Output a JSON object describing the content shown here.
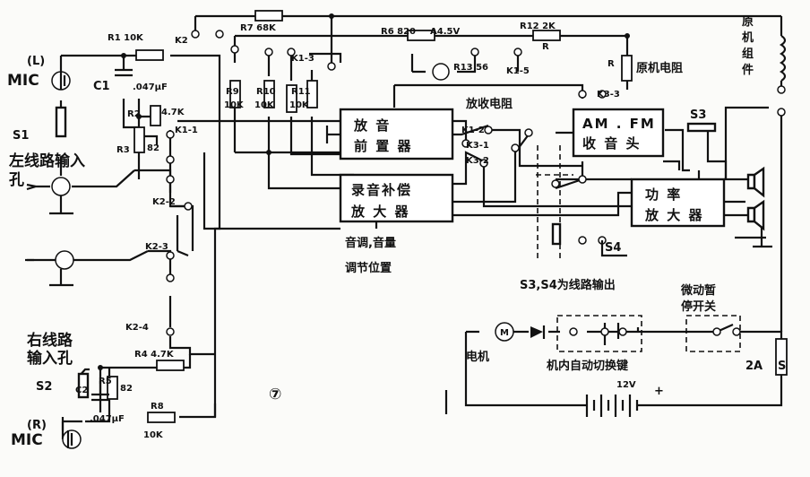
{
  "blocks": {
    "playback_preamp": [
      "放 音",
      "前 置 器"
    ],
    "record_comp_amp": [
      "录音补偿",
      "放 大 器"
    ],
    "tuner": [
      "AM . FM",
      "收 音 头"
    ],
    "power_amp": [
      "功 率",
      "放 大 器"
    ]
  },
  "labels": {
    "L_channel": "(L)",
    "mic_L": "MIC",
    "R_channel": "(R)",
    "mic_R": "MIC",
    "left_input": "左线路输入",
    "left_input_hole": "孔",
    "right_input_1": "右线路",
    "right_input_2": "输入孔",
    "figure_no": "⑦",
    "tone_1": "音调,音量",
    "tone_2": "调节位置",
    "line_out": "S3,S4为线路输出",
    "motor": "电机",
    "switch_key": "机内自动切换键",
    "pause_1": "微动暂",
    "pause_2": "停开关",
    "erase_1": "原",
    "erase_2": "机",
    "erase_3": "组",
    "erase_4": "件",
    "orig_r": "原机电阻",
    "bias_r": "放收电阻",
    "battery": "12V",
    "plus": "+",
    "fuse": "2A",
    "fuse_s": "S"
  },
  "components": {
    "r1": "R1 10K",
    "k2": "K2",
    "r7": "R7 68K",
    "r6": "R6 820",
    "a45": "A4.5V",
    "r12": "R12 2K",
    "k1_3": "K1-3",
    "r13": "R13 56",
    "k1_5": "K1-5",
    "r_top": "R",
    "r_cap": "R",
    "c1": "C1",
    "c1v": ".047μF",
    "r2": "R2",
    "r2v": "4.7K",
    "r3": "R3",
    "r3v": "82",
    "k1_1": "K1-1",
    "s1": "S1",
    "k2_2": "K2-2",
    "k2_3": "K2-3",
    "k2_4": "K2-4",
    "r4": "R4 4.7K",
    "s2": "S2",
    "c2": "C2",
    "r5": "R5",
    "r5v": "82",
    "c2v": ".047μF",
    "r8": "R8",
    "r8v": "10K",
    "r9": "R9",
    "r9v": "10K",
    "r10": "R10",
    "r10v": "10K",
    "r11": "R11",
    "r11v": "10K",
    "k1_2": "K1-2",
    "k3_2": "K3-2",
    "k3_1": "K3-1",
    "k3_3": "K3-3",
    "s3": "S3",
    "s4": "S4",
    "m": "M"
  }
}
